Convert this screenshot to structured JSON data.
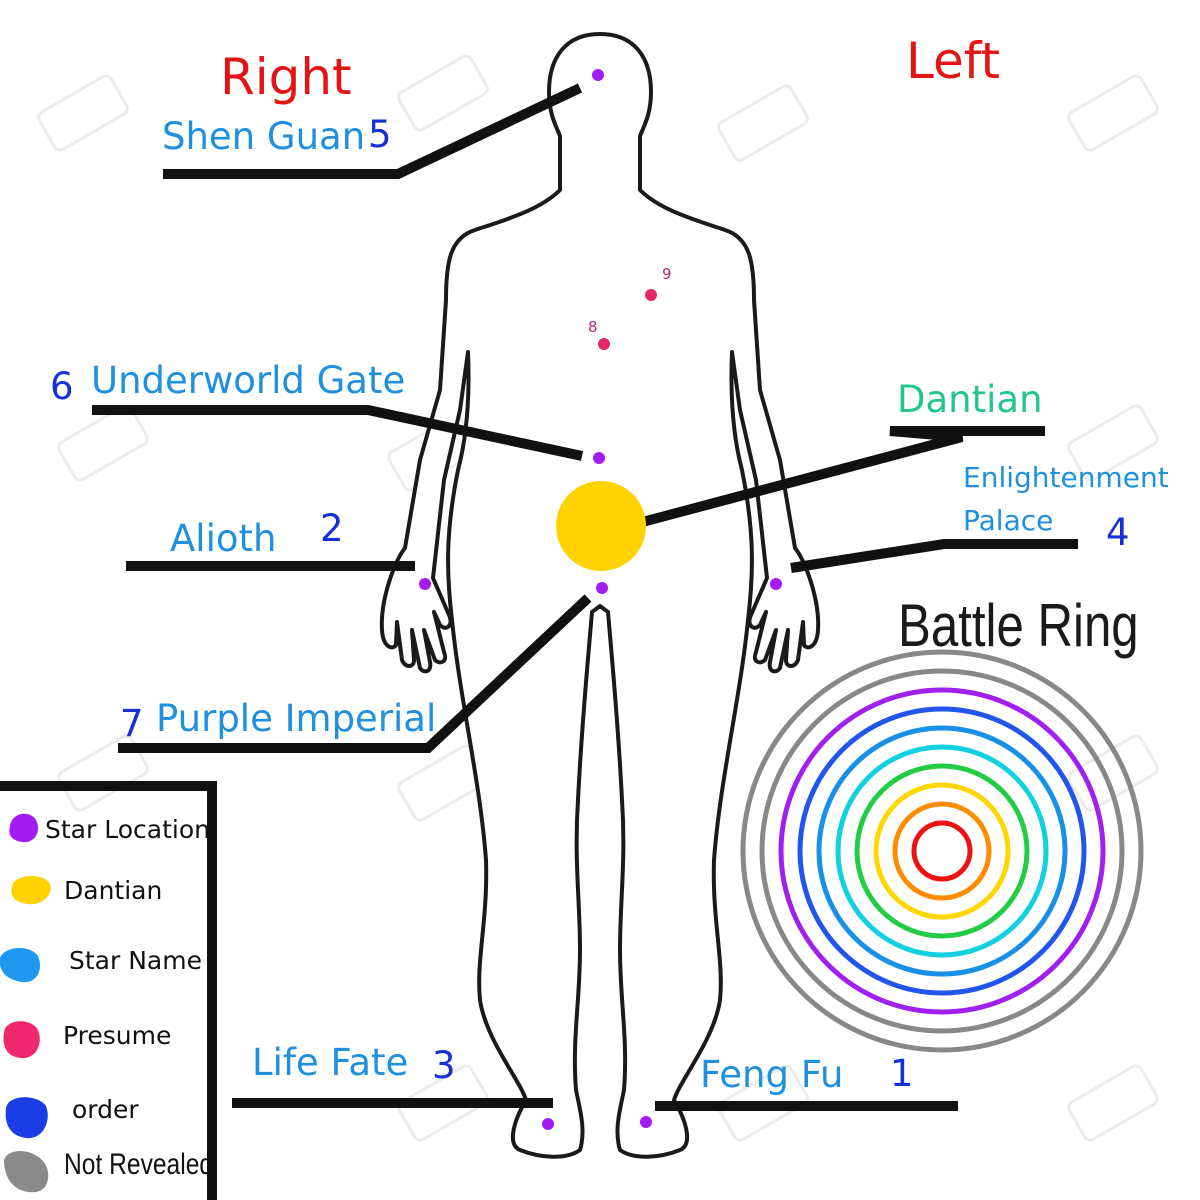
{
  "sides": {
    "right": "Right",
    "left": "Left"
  },
  "stars": {
    "shen_guan": {
      "name": "Shen Guan",
      "order": "5"
    },
    "underworld_gate": {
      "name": "Underworld Gate",
      "order": "6"
    },
    "alioth": {
      "name": "Alioth",
      "order": "2"
    },
    "purple_imperial": {
      "name": "Purple Imperial",
      "order": "7"
    },
    "life_fate": {
      "name": "Life Fate",
      "order": "3"
    },
    "feng_fu": {
      "name": "Feng Fu",
      "order": "1"
    },
    "enlightenment_palace": {
      "name_line1": "Enlightenment",
      "name_line2": "Palace",
      "order": "4"
    }
  },
  "dantian": {
    "label": "Dantian"
  },
  "presumed_points": {
    "p8": "8",
    "p9": "9"
  },
  "battle_ring": {
    "title": "Battle Ring",
    "ring_colors": [
      "#888888",
      "#888888",
      "#a020f0",
      "#2255ee",
      "#1890e8",
      "#12d0e0",
      "#22cc44",
      "#ffd700",
      "#ff8c00",
      "#ee1111"
    ]
  },
  "legend": {
    "items": [
      {
        "label": "Star Location",
        "color": "#a31cf2"
      },
      {
        "label": "Dantian",
        "color": "#ffd200"
      },
      {
        "label": "Star Name",
        "color": "#1e98f0"
      },
      {
        "label": "Presume",
        "color": "#f0286e"
      },
      {
        "label": "order",
        "color": "#1a3de6"
      },
      {
        "label": "Not Revealed",
        "color": "#8a8a8a"
      }
    ]
  },
  "colors": {
    "star_location": "#a31cf2",
    "dantian": "#ffd200",
    "presume": "#e8266a",
    "star_name": "#1f8fe0",
    "order": "#1530d6",
    "side_label": "#e31414",
    "dantian_label": "#21c68f"
  }
}
